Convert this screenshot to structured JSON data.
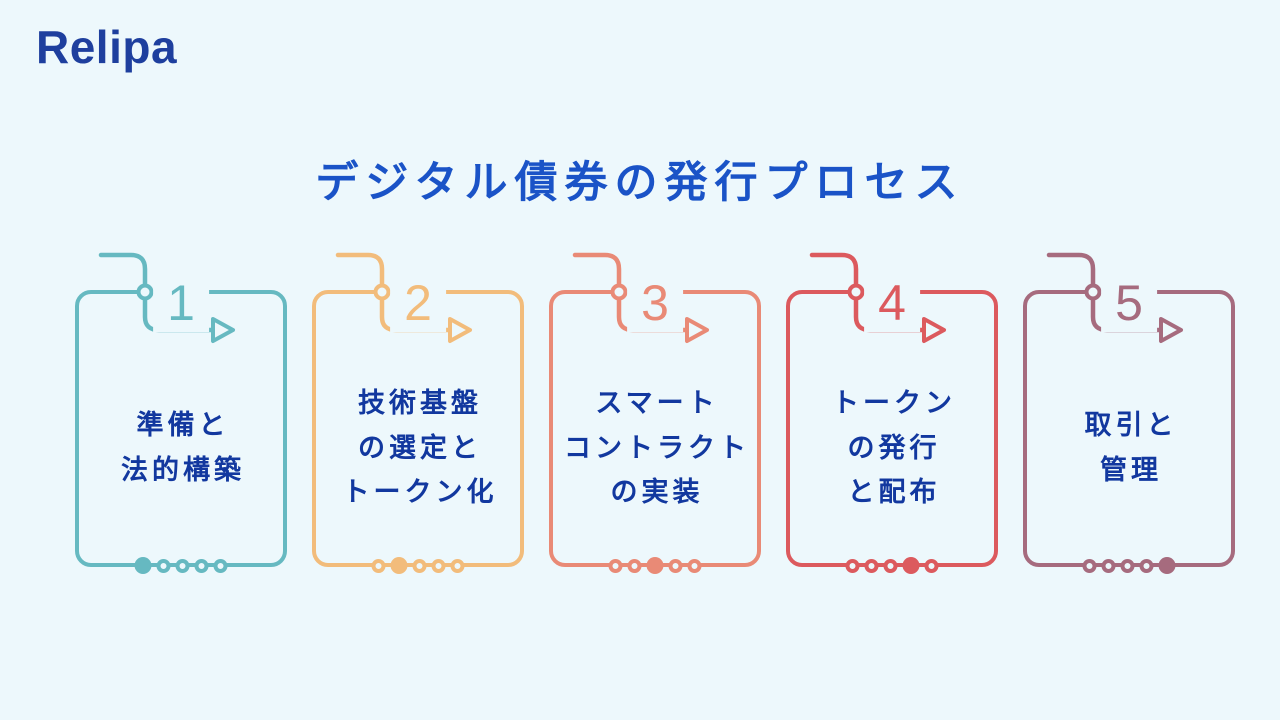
{
  "theme": {
    "background": "#edf8fc",
    "logo_color": "#1e3f9e",
    "title_color": "#1a53c7",
    "text_color": "#12389f"
  },
  "logo": {
    "text": "Relipa"
  },
  "title": {
    "text": "デジタル債券の発行プロセス"
  },
  "steps": [
    {
      "number": "1",
      "color": "#66b9c1",
      "lines": [
        "準備と",
        "法的構築"
      ],
      "active_dot": 1,
      "dot_count": 5
    },
    {
      "number": "2",
      "color": "#f2bc7b",
      "lines": [
        "技術基盤",
        "の選定と",
        "トークン化"
      ],
      "active_dot": 2,
      "dot_count": 5
    },
    {
      "number": "3",
      "color": "#e98a76",
      "lines": [
        "スマート",
        "コントラクト",
        "の実装"
      ],
      "active_dot": 3,
      "dot_count": 5
    },
    {
      "number": "4",
      "color": "#dc5a5e",
      "lines": [
        "トークン",
        "の発行",
        "と配布"
      ],
      "active_dot": 4,
      "dot_count": 5
    },
    {
      "number": "5",
      "color": "#a66b7e",
      "lines": [
        "取引と",
        "管理"
      ],
      "active_dot": 5,
      "dot_count": 5
    }
  ]
}
